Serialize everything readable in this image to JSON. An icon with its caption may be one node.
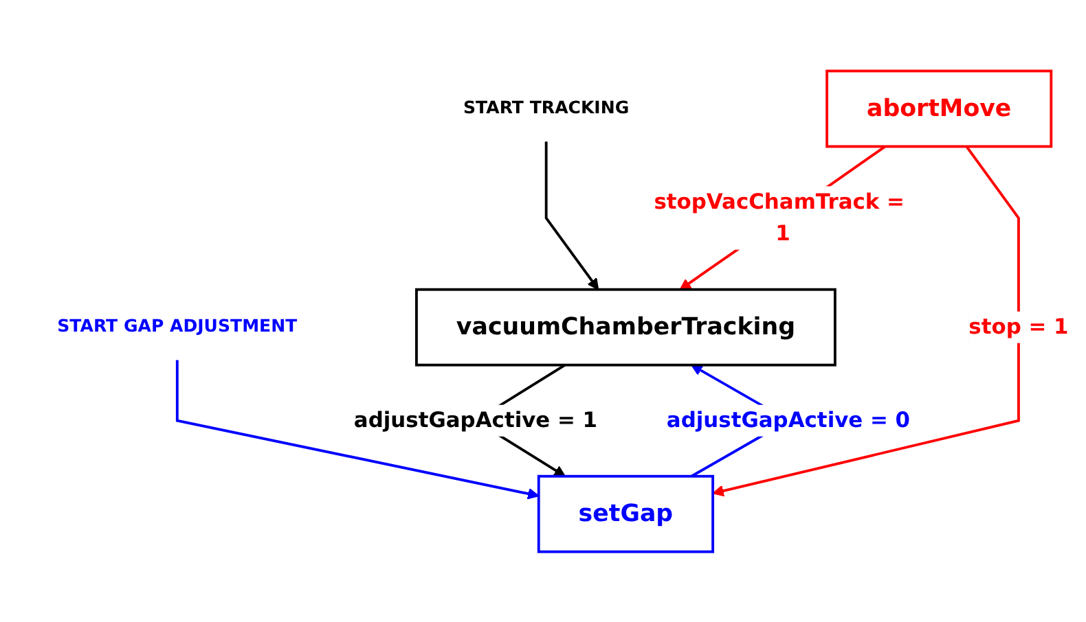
{
  "diagram": {
    "nodes": [
      {
        "text": [
          "START TRACKING"
        ]
      },
      {
        "text": [
          "START GAP ADJUSTMENT"
        ]
      },
      {
        "text": [
          "vacuumChamberTracking"
        ]
      },
      {
        "text": [
          "setGap"
        ]
      },
      {
        "text": [
          "abortMove"
        ]
      }
    ],
    "edges": [
      {
        "from": 0,
        "to": 2,
        "arrow": "to"
      },
      {
        "from": 1,
        "to": 3,
        "arrow": "to",
        "color": "#0000ff"
      },
      {
        "from": 3,
        "to": 2,
        "arrow": "to",
        "label": "adjustGapActive = 0",
        "color": "#0000ff"
      },
      {
        "from": 2,
        "to": 3,
        "arrow": "to",
        "label": "adjustGapActive = 1"
      },
      {
        "from": 4,
        "to": 2,
        "arrow": "to",
        "label": "stopVacChamTrack = 1",
        "color": "#ff0000"
      },
      {
        "from": 4,
        "to": 3,
        "arrow": "to",
        "label": "stop = 1",
        "color": "#ff0000"
      }
    ]
  }
}
